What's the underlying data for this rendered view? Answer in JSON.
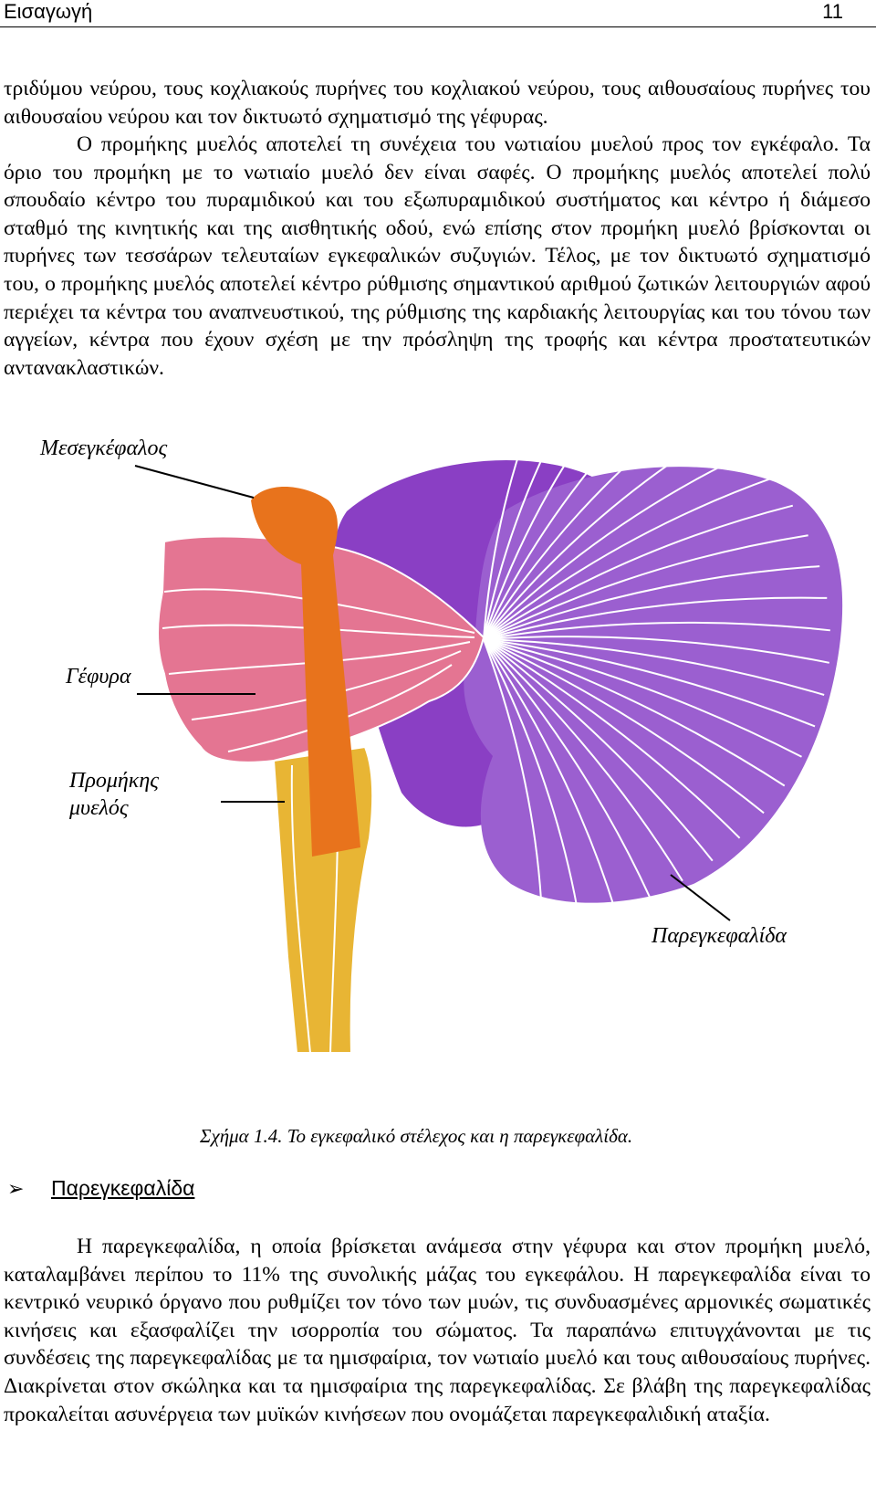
{
  "header": {
    "title": "Εισαγωγή",
    "page_number": "11"
  },
  "paragraph1": "τριδύμου νεύρου, τους κοχλιακούς πυρήνες του κοχλιακού νεύρου, τους αιθουσαίους πυρήνες του αιθουσαίου νεύρου και τον δικτυωτό σχηματισμό της γέφυρας.",
  "paragraph2": "Ο προμήκης μυελός αποτελεί τη συνέχεια του νωτιαίου μυελού προς τον εγκέφαλο. Τα όριο του προμήκη με το νωτιαίο μυελό δεν είναι σαφές. Ο προμήκης μυελός αποτελεί πολύ σπουδαίο κέντρο του πυραμιδικού και του εξωπυραμιδικού συστήματος και κέντρο ή διάμεσο σταθμό της κινητικής και της αισθητικής οδού, ενώ επίσης στον προμήκη μυελό βρίσκονται οι πυρήνες των τεσσάρων τελευταίων εγκεφαλικών συζυγιών. Τέλος, με τον δικτυωτό σχηματισμό του, ο προμήκης μυελός αποτελεί κέντρο ρύθμισης σημαντικού αριθμού ζωτικών λειτουργιών αφού περιέχει τα κέντρα του αναπνευστικού, της ρύθμισης της καρδιακής λειτουργίας και του τόνου των αγγείων, κέντρα που έχουν σχέση με την πρόσληψη της τροφής και κέντρα προστατευτικών αντανακλαστικών.",
  "figure": {
    "labels": {
      "midbrain": "Μεσεγκέφαλος",
      "pons": "Γέφυρα",
      "medulla_line1": "Προμήκης",
      "medulla_line2": "μυελός",
      "cerebellum": "Παρεγκεφαλίδα"
    },
    "colors": {
      "cerebellum": "#9b5fd0",
      "cerebellum_back": "#8a3fc4",
      "pons": "#e47592",
      "midbrain": "#e8731c",
      "medulla": "#e8b534"
    },
    "caption": "Σχήμα 1.4. Το εγκεφαλικό στέλεχος και η παρεγκεφαλίδα."
  },
  "section": {
    "bullet_icon": "arrow-bullet-icon",
    "heading": "Παρεγκεφαλίδα"
  },
  "paragraph3": "Η παρεγκεφαλίδα, η οποία βρίσκεται ανάμεσα στην γέφυρα και στον προμήκη μυελό, καταλαμβάνει περίπου το 11% της συνολικής μάζας του εγκεφάλου. Η παρεγκεφαλίδα είναι το κεντρικό νευρικό όργανο που ρυθμίζει τον τόνο των μυών, τις συνδυασμένες αρμονικές σωματικές κινήσεις και εξασφαλίζει την ισορροπία του σώματος. Τα παραπάνω επιτυγχάνονται με τις συνδέσεις της παρεγκεφαλίδας με τα ημισφαίρια, τον νωτιαίο μυελό και τους αιθουσαίους πυρήνες. Διακρίνεται στον σκώληκα και τα ημισφαίρια της παρεγκεφαλίδας. Σε βλάβη της παρεγκεφαλίδας προκαλείται ασυνέργεια των μυϊκών κινήσεων που ονομάζεται παρεγκεφαλιδική αταξία."
}
